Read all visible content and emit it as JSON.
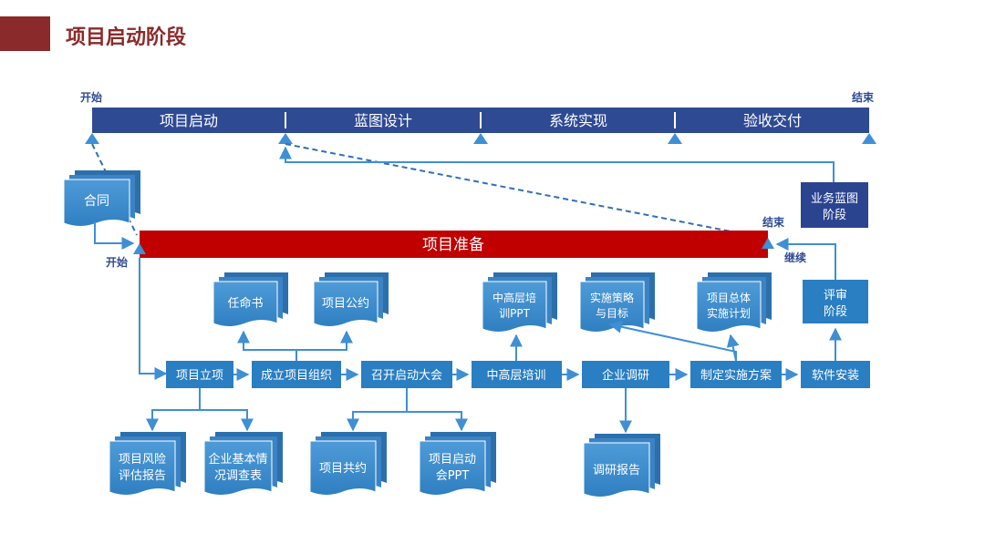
{
  "slide": {
    "title": "项目启动阶段",
    "accent_color": "#8b2a2a"
  },
  "timeline": {
    "start_label": "开始",
    "end_label": "结束",
    "phases": [
      "项目启动",
      "蓝图设计",
      "系统实现",
      "验收交付"
    ],
    "bar_color": "#2e4a93"
  },
  "prep": {
    "label": "项目准备",
    "start_label": "开始",
    "end_label": "结束",
    "continue_label": "继续",
    "bar_color": "#c00000"
  },
  "docs": {
    "contract": [
      "合同"
    ],
    "mandate": [
      "任命书"
    ],
    "convention": [
      "项目公约"
    ],
    "training_ppt": [
      "中高层培",
      "训PPT"
    ],
    "strategy": [
      "实施策略",
      "与目标"
    ],
    "master_plan": [
      "项目总体",
      "实施计划"
    ],
    "risk": [
      "项目风险",
      "评估报告"
    ],
    "survey_form": [
      "企业基本情",
      "况调查表"
    ],
    "consensus": [
      "项目共约"
    ],
    "kickoff_ppt": [
      "项目启动",
      "会PPT"
    ],
    "research_report": [
      "调研报告"
    ]
  },
  "steps": {
    "s1": "项目立项",
    "s2": "成立项目组织",
    "s3": "召开启动大会",
    "s4": "中高层培训",
    "s5": "企业调研",
    "s6": "制定实施方案",
    "s7": "软件安装"
  },
  "boxes": {
    "review": [
      "评审",
      "阶段"
    ],
    "blueprint": [
      "业务蓝图",
      "阶段"
    ]
  },
  "colors": {
    "process_box": "#2a7ec2",
    "doc_fill": "#3a8ccf",
    "connector": "#3f8fd4",
    "dark_box": "#2b4490"
  }
}
